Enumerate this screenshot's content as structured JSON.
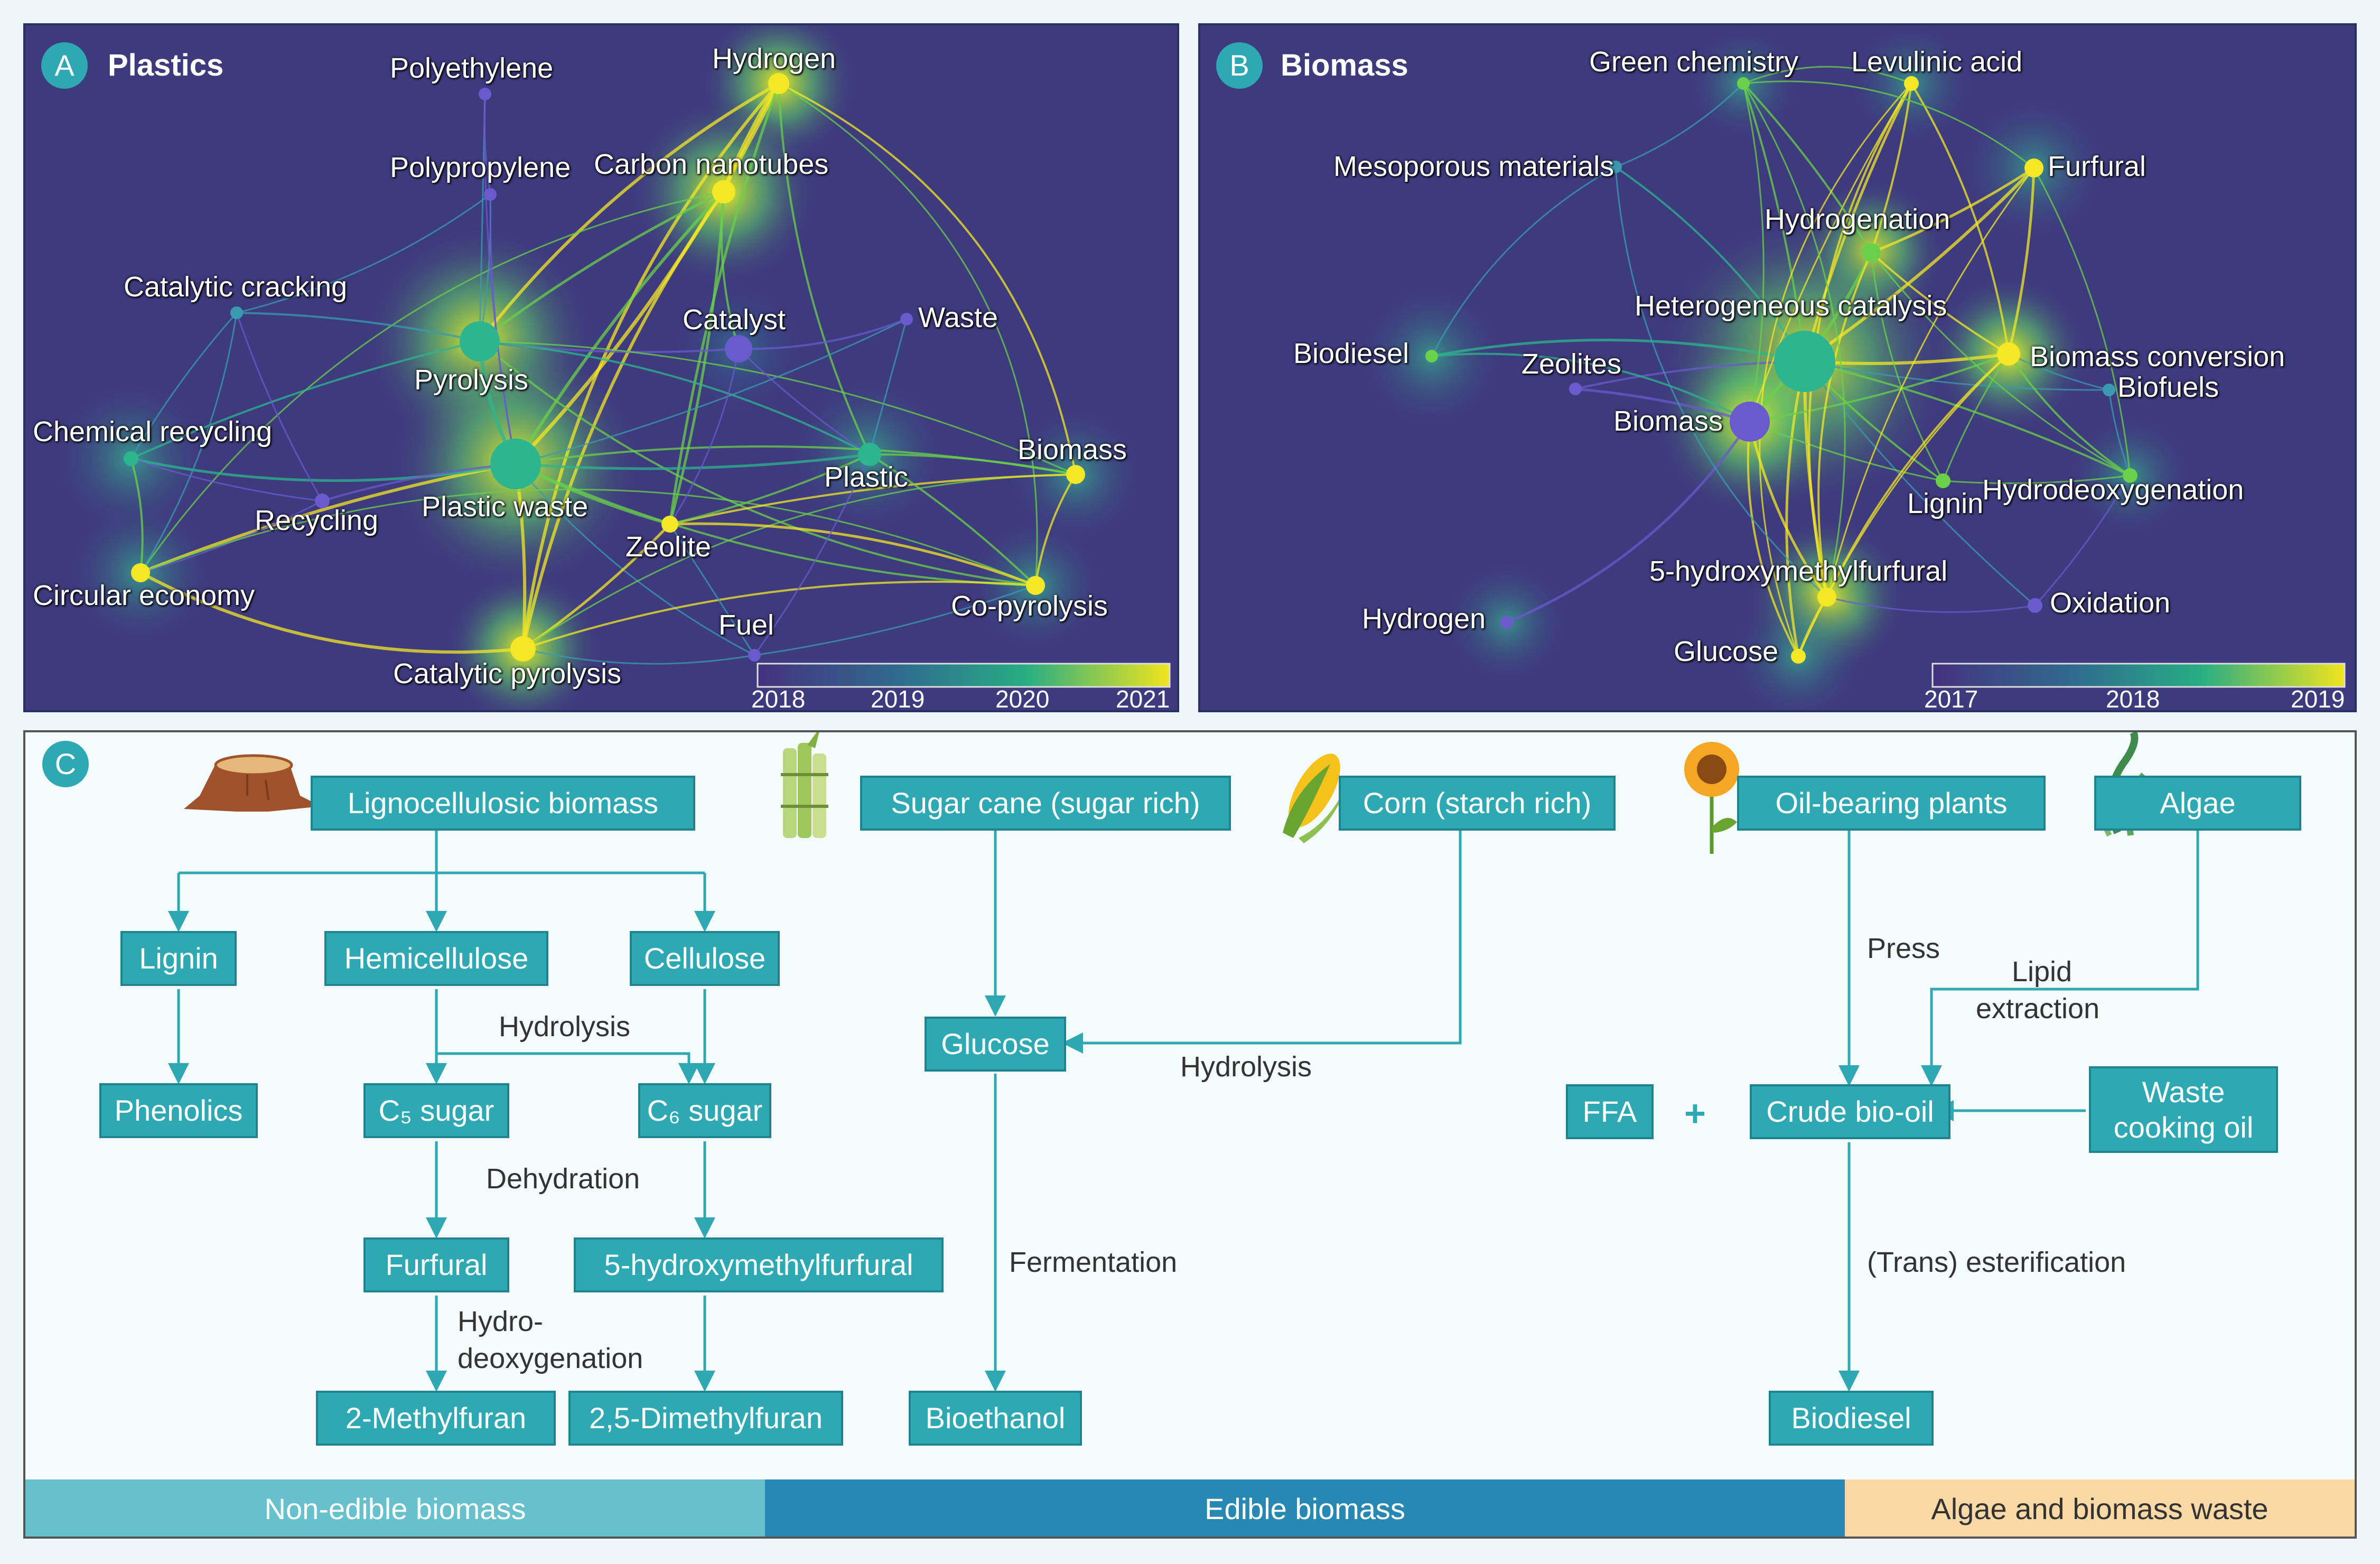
{
  "panel_a": {
    "badge": "A",
    "title": "Plastics",
    "nodes": [
      {
        "label": "Polyethylene"
      },
      {
        "label": "Hydrogen"
      },
      {
        "label": "Polypropylene"
      },
      {
        "label": "Carbon nanotubes"
      },
      {
        "label": "Catalytic cracking"
      },
      {
        "label": "Catalyst"
      },
      {
        "label": "Waste"
      },
      {
        "label": "Pyrolysis"
      },
      {
        "label": "Chemical recycling"
      },
      {
        "label": "Biomass"
      },
      {
        "label": "Plastic"
      },
      {
        "label": "Recycling"
      },
      {
        "label": "Plastic waste"
      },
      {
        "label": "Zeolite"
      },
      {
        "label": "Circular economy"
      },
      {
        "label": "Co-pyrolysis"
      },
      {
        "label": "Fuel"
      },
      {
        "label": "Catalytic pyrolysis"
      }
    ],
    "colorbar_ticks": [
      "2018",
      "2019",
      "2020",
      "2021"
    ]
  },
  "panel_b": {
    "badge": "B",
    "title": "Biomass",
    "nodes": [
      {
        "label": "Green chemistry"
      },
      {
        "label": "Levulinic acid"
      },
      {
        "label": "Mesoporous materials"
      },
      {
        "label": "Furfural"
      },
      {
        "label": "Hydrogenation"
      },
      {
        "label": "Heterogeneous catalysis"
      },
      {
        "label": "Biodiesel"
      },
      {
        "label": "Zeolites"
      },
      {
        "label": "Biomass conversion"
      },
      {
        "label": "Biofuels"
      },
      {
        "label": "Biomass"
      },
      {
        "label": "Lignin"
      },
      {
        "label": "Hydrodeoxygenation"
      },
      {
        "label": "5-hydroxymethylfurfural"
      },
      {
        "label": "Hydrogen"
      },
      {
        "label": "Oxidation"
      },
      {
        "label": "Glucose"
      }
    ],
    "colorbar_ticks": [
      "2017",
      "2018",
      "2019"
    ]
  },
  "panel_c": {
    "badge": "C",
    "sources": {
      "lignocellulosic": "Lignocellulosic biomass",
      "sugarcane": "Sugar cane (sugar rich)",
      "corn": "Corn (starch rich)",
      "oil_plants": "Oil-bearing plants",
      "algae": "Algae"
    },
    "boxes": {
      "lignin": "Lignin",
      "hemicellulose": "Hemicellulose",
      "cellulose": "Cellulose",
      "phenolics": "Phenolics",
      "c5_sugar": "C₅ sugar",
      "c6_sugar": "C₆ sugar",
      "furfural": "Furfural",
      "hmf": "5-hydroxymethylfurfural",
      "methylfuran": "2-Methylfuran",
      "dimethylfuran": "2,5-Dimethylfuran",
      "glucose": "Glucose",
      "bioethanol": "Bioethanol",
      "ffa": "FFA",
      "crude_bio_oil": "Crude bio-oil",
      "waste_cooking_oil_line1": "Waste",
      "waste_cooking_oil_line2": "cooking oil",
      "biodiesel": "Biodiesel"
    },
    "process_labels": {
      "hydrolysis_left": "Hydrolysis",
      "dehydration": "Dehydration",
      "hydrodeoxygenation_line1": "Hydro-",
      "hydrodeoxygenation_line2": "deoxygenation",
      "hydrolysis_corn": "Hydrolysis",
      "fermentation": "Fermentation",
      "press": "Press",
      "lipid_extraction_line1": "Lipid",
      "lipid_extraction_line2": "extraction",
      "plus": "+",
      "esterification": "(Trans) esterification"
    },
    "bands": [
      {
        "label": "Non-edible biomass",
        "color": "#66c1cc"
      },
      {
        "label": "Edible biomass",
        "color": "#2788b4"
      },
      {
        "label": "Algae and biomass waste",
        "color": "#fad9a6"
      }
    ]
  }
}
